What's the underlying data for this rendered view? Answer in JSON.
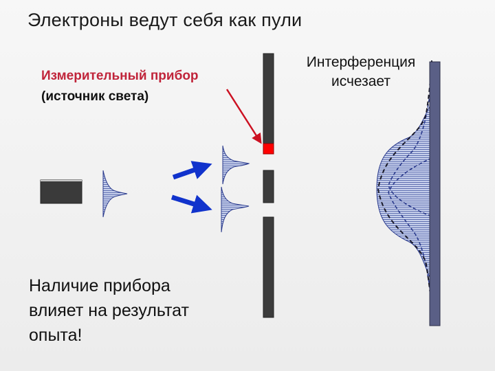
{
  "title": "Электроны ведут себя как пули",
  "device_label": {
    "line1": "Измерительный прибор",
    "line2": "(источник света)"
  },
  "screen_label": {
    "line1": "Интерференция",
    "line2": "исчезает"
  },
  "note": {
    "line1": "Наличие прибора",
    "line2": "влияет на результат",
    "line3": "опыта!"
  },
  "colors": {
    "slit_wall": "#3c3c3c",
    "screen": "#5a5f86",
    "wave_fill": "#9fb0dc",
    "wave_line": "#2a3a8c",
    "arrow": "#1133cc",
    "pointer": "#cc1122",
    "detector": "#ff0000",
    "source": "#3a3a3a"
  }
}
